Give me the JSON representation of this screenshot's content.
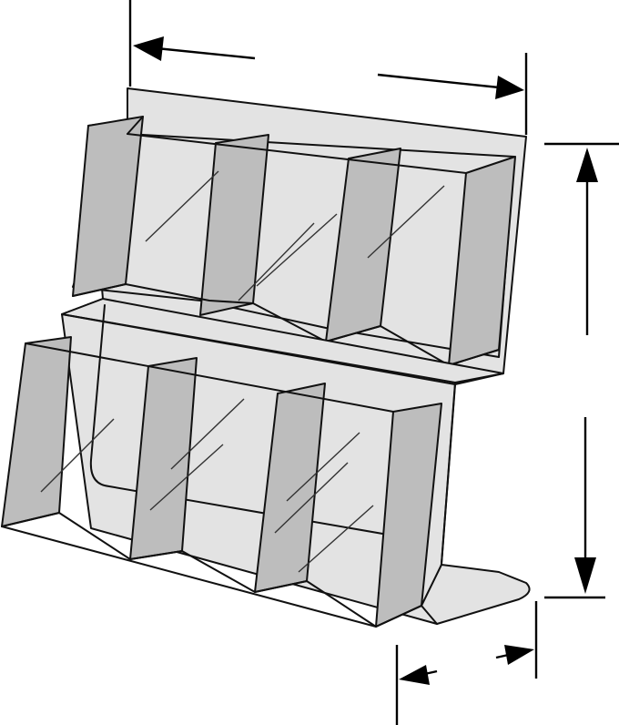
{
  "diagram": {
    "subject": "two-tier-literature-display-stand",
    "pocket_rows": 2,
    "pockets_per_row": 3,
    "dimension_arrows": [
      "width",
      "height",
      "depth"
    ],
    "colors": {
      "acrylic_face": "#e3e3e3",
      "pocket_side": "#bdbdbd",
      "outline": "#111111",
      "background": "#ffffff"
    }
  }
}
